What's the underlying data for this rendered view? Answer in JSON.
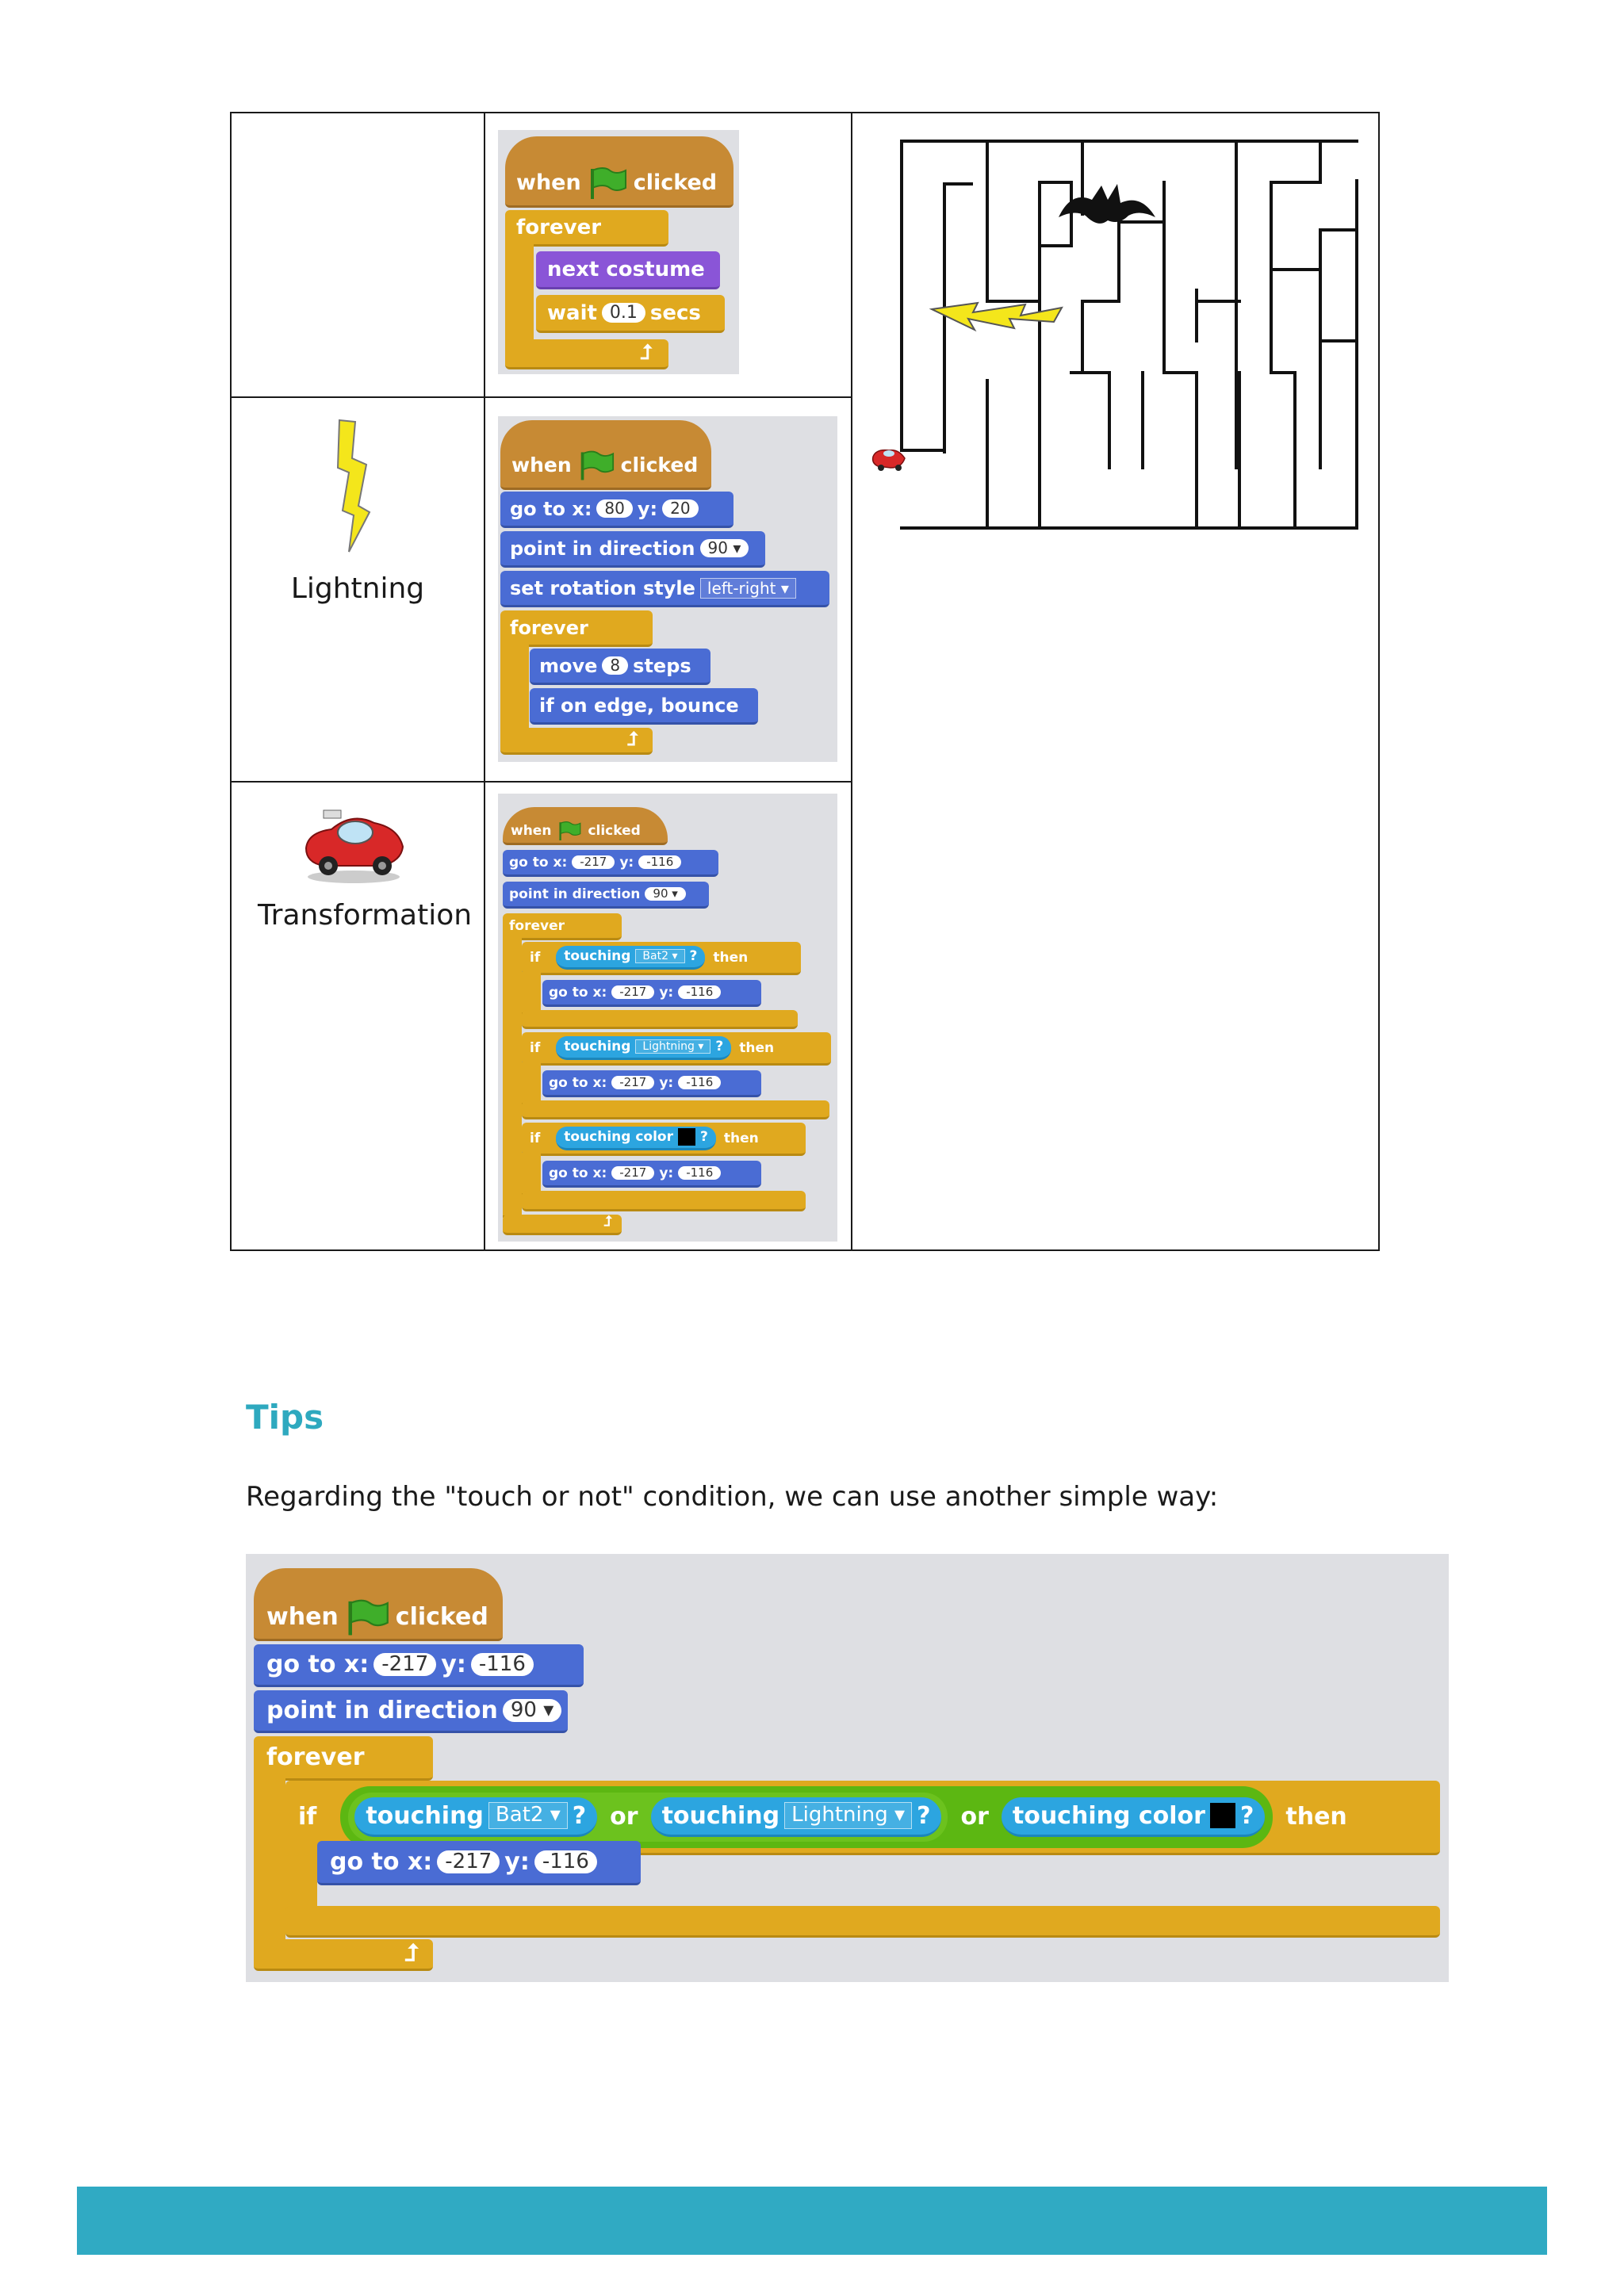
{
  "table": {
    "rows": [
      {
        "label": "",
        "script": {
          "hat": {
            "when": "when",
            "clicked": "clicked"
          },
          "forever": "forever",
          "next_costume": "next costume",
          "wait": {
            "text": "wait",
            "value": "0.1",
            "unit": "secs"
          }
        }
      },
      {
        "label": "Lightning",
        "script": {
          "hat": {
            "when": "when",
            "clicked": "clicked"
          },
          "goto": {
            "text": "go to x:",
            "x": "80",
            "y_label": "y:",
            "y": "20"
          },
          "point": {
            "text": "point in direction",
            "value": "90"
          },
          "rotation": {
            "text": "set rotation style",
            "value": "left-right"
          },
          "forever": "forever",
          "move": {
            "text": "move",
            "value": "8",
            "unit": "steps"
          },
          "bounce": "if on edge, bounce"
        }
      },
      {
        "label": "Transformation",
        "script": {
          "hat": {
            "when": "when",
            "clicked": "clicked"
          },
          "goto": {
            "text": "go to x:",
            "x": "-217",
            "y_label": "y:",
            "y": "-116"
          },
          "point": {
            "text": "point in direction",
            "value": "90"
          },
          "forever": "forever",
          "if_blocks": [
            {
              "if": "if",
              "touching": "touching",
              "target": "Bat2",
              "q": "?",
              "then": "then"
            },
            {
              "if": "if",
              "touching": "touching",
              "target": "Lightning",
              "q": "?",
              "then": "then"
            },
            {
              "if": "if",
              "touching": "touching color",
              "target": "",
              "q": "?",
              "then": "then"
            }
          ],
          "inner_goto": {
            "text": "go to x:",
            "x": "-217",
            "y_label": "y:",
            "y": "-116"
          }
        }
      }
    ]
  },
  "tips": {
    "title": "Tips",
    "text": "Regarding the \"touch or not\" condition, we can use another simple way:",
    "script": {
      "hat": {
        "when": "when",
        "clicked": "clicked"
      },
      "goto": {
        "text": "go to x:",
        "x": "-217",
        "y_label": "y:",
        "y": "-116"
      },
      "point": {
        "text": "point in direction",
        "value": "90"
      },
      "forever": "forever",
      "if": "if",
      "cond1": {
        "touching": "touching",
        "target": "Bat2",
        "q": "?"
      },
      "or1": "or",
      "cond2": {
        "touching": "touching",
        "target": "Lightning",
        "q": "?"
      },
      "or2": "or",
      "cond3": {
        "touching": "touching color",
        "q": "?"
      },
      "then": "then",
      "inner_goto": {
        "text": "go to x:",
        "x": "-217",
        "y_label": "y:",
        "y": "-116"
      }
    }
  },
  "colors": {
    "event": "#c78a34",
    "control": "#e0a91f",
    "motion": "#4a6cd4",
    "looks": "#8a55d7",
    "sensing": "#2ca5e0",
    "operator": "#5cb712",
    "tips_title": "#2ea9bf",
    "footer": "#30aac3"
  },
  "icons": {
    "flag": "green-flag-icon",
    "lightning": "lightning-icon",
    "car": "car-icon",
    "bat": "bat-icon",
    "loop_arrow": "loop-arrow-icon",
    "dropdown": "dropdown-arrow-icon"
  }
}
